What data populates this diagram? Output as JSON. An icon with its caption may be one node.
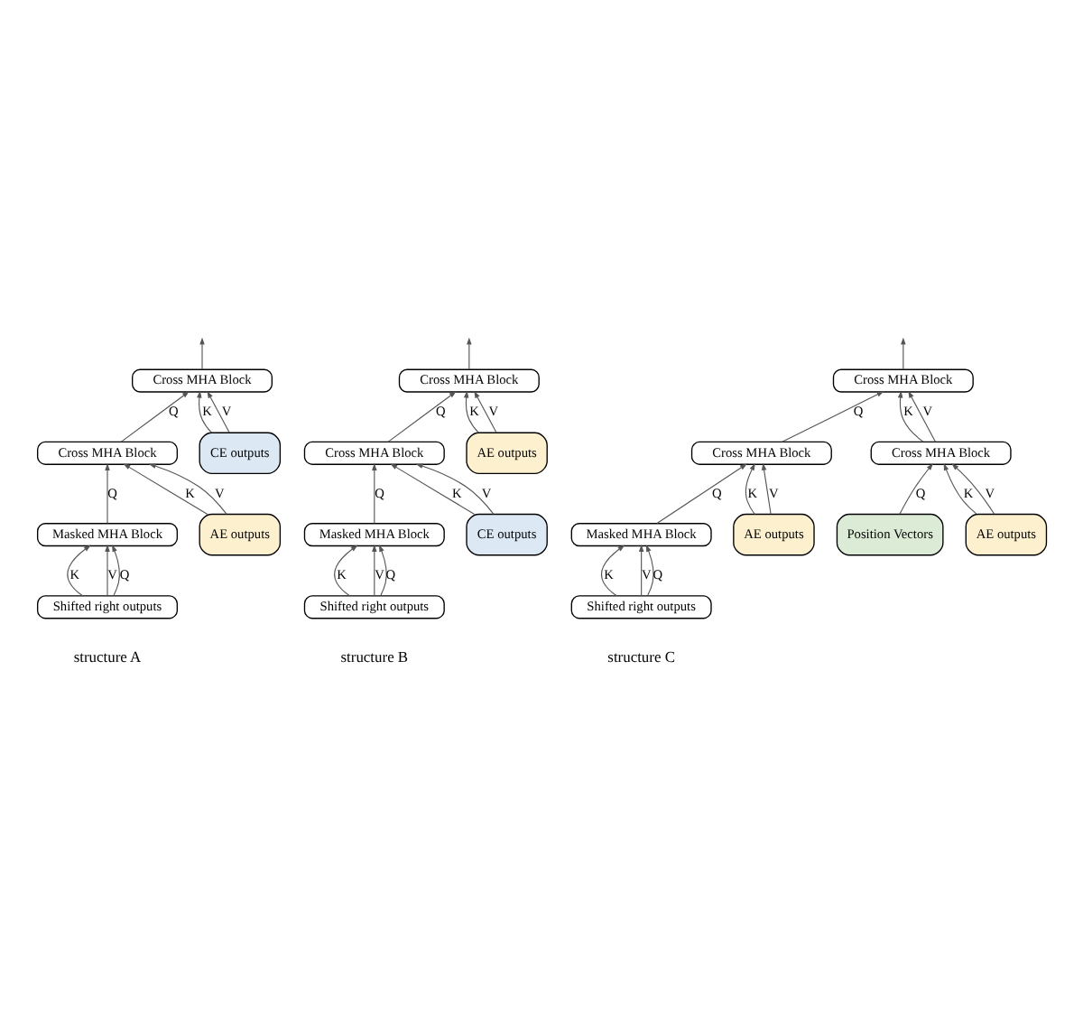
{
  "diagram": {
    "nodes": [
      {
        "text": [
          "Cross MHA Block"
        ]
      },
      {
        "text": [
          "CE outputs"
        ]
      },
      {
        "text": [
          "Cross MHA Block"
        ]
      },
      {
        "text": [
          "AE outputs"
        ]
      },
      {
        "text": [
          "Masked MHA Block"
        ]
      },
      {
        "text": [
          "Shifted right outputs"
        ]
      },
      {
        "text": [
          "Cross MHA Block"
        ]
      },
      {
        "text": [
          "AE outputs"
        ]
      },
      {
        "text": [
          "Cross MHA Block"
        ]
      },
      {
        "text": [
          "CE outputs"
        ]
      },
      {
        "text": [
          "Masked MHA Block"
        ]
      },
      {
        "text": [
          "Shifted right outputs"
        ]
      },
      {
        "text": [
          "Cross MHA Block"
        ]
      },
      {
        "text": [
          "Cross MHA Block"
        ]
      },
      {
        "text": [
          "AE outputs"
        ]
      },
      {
        "text": [
          "Position Vectors"
        ]
      },
      {
        "text": [
          "Cross MHA Block"
        ]
      },
      {
        "text": [
          "AE outputs"
        ]
      },
      {
        "text": [
          "Masked MHA Block"
        ]
      },
      {
        "text": [
          "Shifted right outputs"
        ]
      }
    ],
    "edges": [
      {
        "from": 0,
        "to": null,
        "arrow": "to"
      },
      {
        "from": 1,
        "to": 0,
        "arrow": "to",
        "label": "K"
      },
      {
        "from": 1,
        "to": 0,
        "arrow": "to",
        "label": "V"
      },
      {
        "from": 2,
        "to": 0,
        "arrow": "to",
        "label": "Q"
      },
      {
        "from": 3,
        "to": 2,
        "arrow": "to",
        "label": "K"
      },
      {
        "from": 3,
        "to": 2,
        "arrow": "to",
        "label": "V"
      },
      {
        "from": 4,
        "to": 2,
        "arrow": "to",
        "label": "Q"
      },
      {
        "from": 5,
        "to": 4,
        "arrow": "to",
        "label": "K"
      },
      {
        "from": 5,
        "to": 4,
        "arrow": "to",
        "label": "V"
      },
      {
        "from": 5,
        "to": 4,
        "arrow": "to",
        "label": "Q"
      },
      {
        "from": 6,
        "to": null,
        "arrow": "to"
      },
      {
        "from": 7,
        "to": 6,
        "arrow": "to",
        "label": "K"
      },
      {
        "from": 7,
        "to": 6,
        "arrow": "to",
        "label": "V"
      },
      {
        "from": 8,
        "to": 6,
        "arrow": "to",
        "label": "Q"
      },
      {
        "from": 9,
        "to": 8,
        "arrow": "to",
        "label": "K"
      },
      {
        "from": 9,
        "to": 8,
        "arrow": "to",
        "label": "V"
      },
      {
        "from": 10,
        "to": 8,
        "arrow": "to",
        "label": "Q"
      },
      {
        "from": 11,
        "to": 10,
        "arrow": "to",
        "label": "K"
      },
      {
        "from": 11,
        "to": 10,
        "arrow": "to",
        "label": "V"
      },
      {
        "from": 11,
        "to": 10,
        "arrow": "to",
        "label": "Q"
      },
      {
        "from": 12,
        "to": null,
        "arrow": "to"
      },
      {
        "from": 13,
        "to": 12,
        "arrow": "to",
        "label": "K"
      },
      {
        "from": 13,
        "to": 12,
        "arrow": "to",
        "label": "V"
      },
      {
        "from": 16,
        "to": 12,
        "arrow": "to",
        "label": "Q"
      },
      {
        "from": 14,
        "to": 13,
        "arrow": "to",
        "label": "K"
      },
      {
        "from": 14,
        "to": 13,
        "arrow": "to",
        "label": "V"
      },
      {
        "from": 15,
        "to": 13,
        "arrow": "to",
        "label": "Q"
      },
      {
        "from": 17,
        "to": 16,
        "arrow": "to",
        "label": "K"
      },
      {
        "from": 17,
        "to": 16,
        "arrow": "to",
        "label": "V"
      },
      {
        "from": 18,
        "to": 16,
        "arrow": "to",
        "label": "Q"
      },
      {
        "from": 19,
        "to": 18,
        "arrow": "to",
        "label": "K"
      },
      {
        "from": 19,
        "to": 18,
        "arrow": "to",
        "label": "V"
      },
      {
        "from": 19,
        "to": 18,
        "arrow": "to",
        "label": "Q"
      }
    ],
    "labels": [
      "structure A",
      "structure B",
      "structure C"
    ]
  }
}
